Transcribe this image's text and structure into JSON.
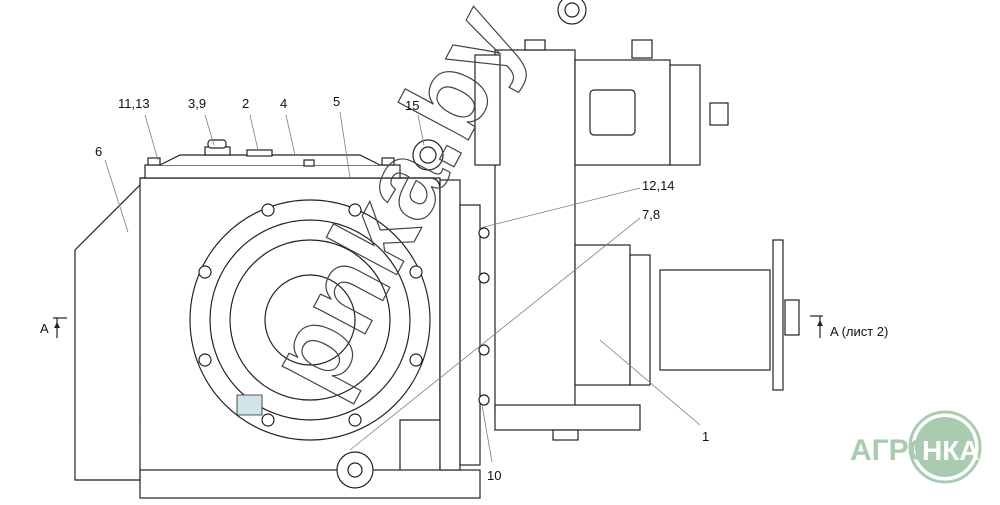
{
  "callouts": {
    "c1113": "11,13",
    "c39": "3,9",
    "c2": "2",
    "c4": "4",
    "c5": "5",
    "c15": "15",
    "c6": "6",
    "c1214": "12,14",
    "c78": "7,8",
    "c1": "1",
    "c10": "10"
  },
  "section_marks": {
    "left": "A",
    "right": "A (лист 2)"
  },
  "watermark": {
    "text": "pnka.by"
  },
  "logo": {
    "left_text": "АГРО",
    "right_text": "НКА",
    "color": "#a9cbb0"
  }
}
